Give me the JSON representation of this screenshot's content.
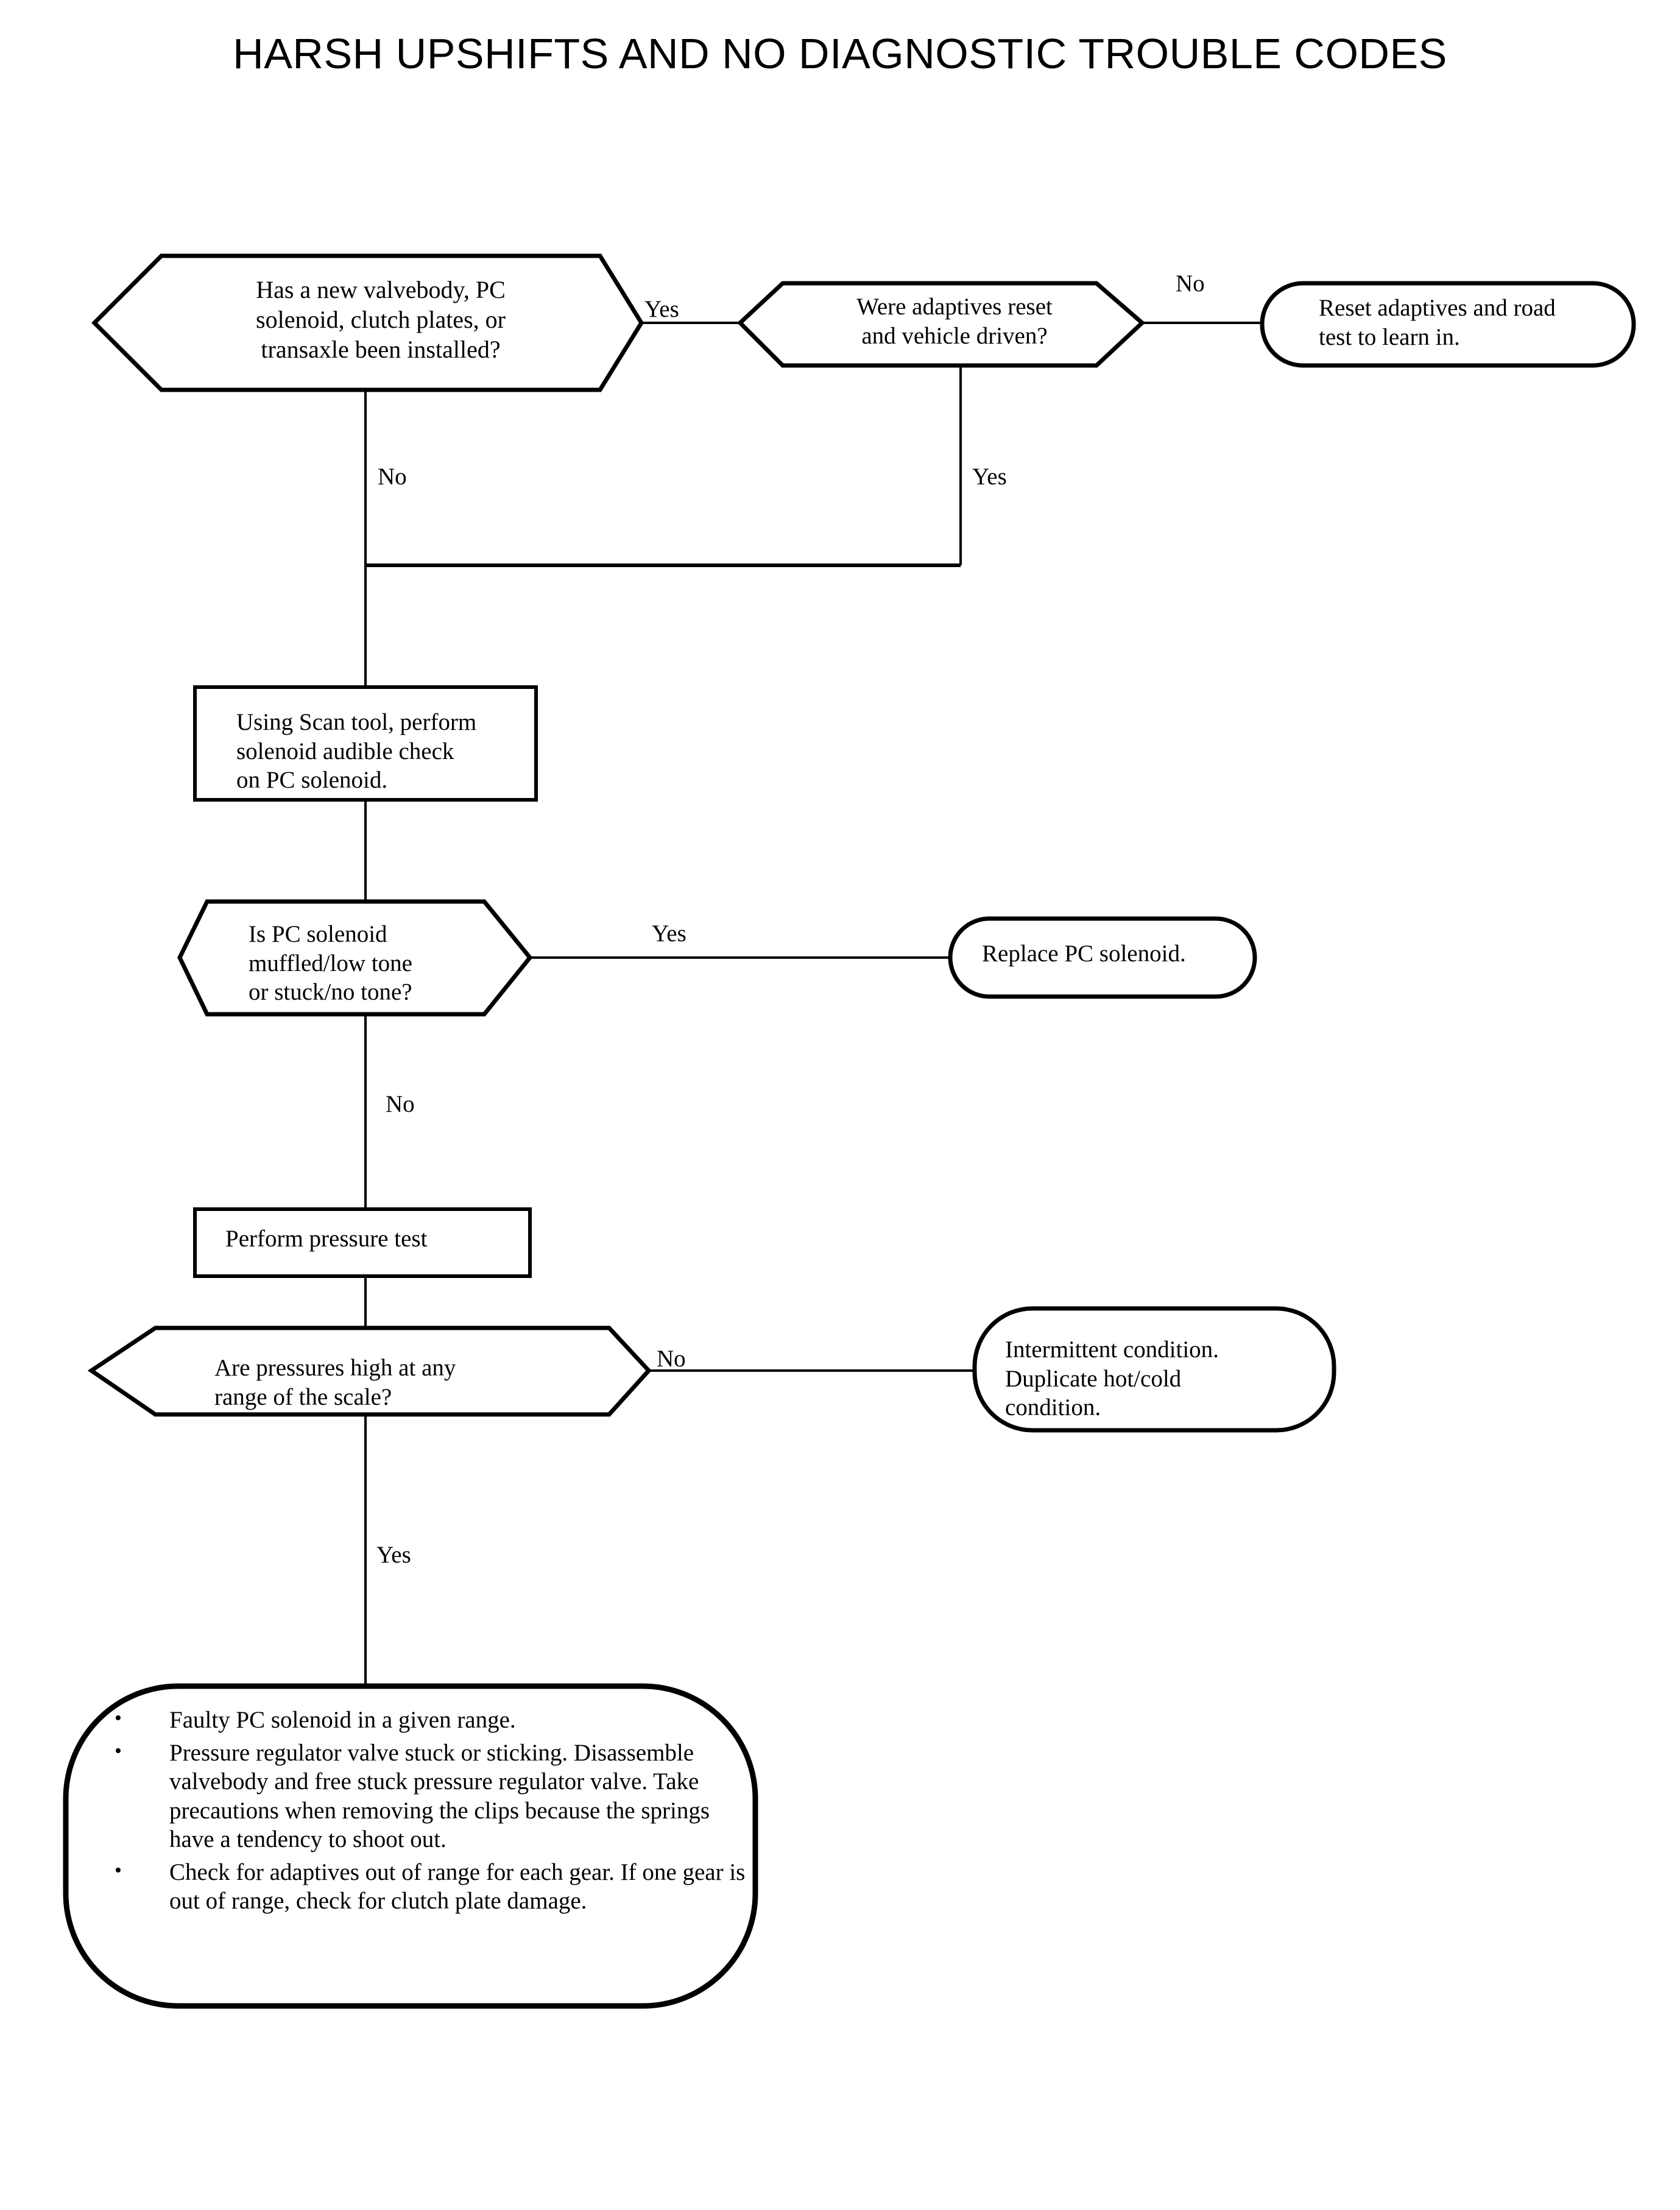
{
  "title": "HARSH UPSHIFTS AND NO DIAGNOSTIC TROUBLE CODES",
  "diagram_type": "flowchart",
  "nodes": {
    "decision_new_parts": {
      "shape": "hexagon",
      "text": "Has a new valvebody, PC\nsolenoid, clutch plates, or\ntransaxle been installed?"
    },
    "decision_adaptives_reset": {
      "shape": "hexagon",
      "text": "Were adaptives reset\nand vehicle driven?"
    },
    "terminal_reset_adaptives": {
      "shape": "rounded-terminal",
      "text": "Reset adaptives and road\ntest to learn in."
    },
    "process_scan_tool": {
      "shape": "rectangle",
      "text": "Using Scan tool, perform\nsolenoid audible check\non PC solenoid."
    },
    "decision_pc_tone": {
      "shape": "hexagon",
      "text": "Is PC solenoid\nmuffled/low tone\nor stuck/no tone?"
    },
    "terminal_replace_solenoid": {
      "shape": "rounded-terminal",
      "text": "Replace PC solenoid."
    },
    "process_pressure_test": {
      "shape": "rectangle",
      "text": "Perform pressure test"
    },
    "decision_pressures_high": {
      "shape": "hexagon",
      "text": "Are pressures high at any\nrange of the scale?"
    },
    "terminal_intermittent": {
      "shape": "rounded-terminal",
      "text": "Intermittent condition.\nDuplicate hot/cold\ncondition."
    },
    "terminal_causes": {
      "shape": "rounded-terminal",
      "bullets": [
        "Faulty PC solenoid in a given range.",
        "Pressure regulator valve stuck or sticking. Disassemble valvebody and free stuck pressure regulator valve. Take precautions when removing the clips because the springs have a tendency to shoot out.",
        "Check for adaptives out of range for each gear. If one gear is out of range, check for clutch plate damage."
      ],
      "bullet_glyph": "•"
    }
  },
  "edge_labels": {
    "new_parts_yes": "Yes",
    "new_parts_no": "No",
    "adaptives_no": "No",
    "adaptives_yes": "Yes",
    "pc_tone_yes": "Yes",
    "pc_tone_no": "No",
    "pressures_no": "No",
    "pressures_yes": "Yes"
  },
  "colors": {
    "stroke": "#000000",
    "fill": "#ffffff",
    "text": "#000000"
  }
}
